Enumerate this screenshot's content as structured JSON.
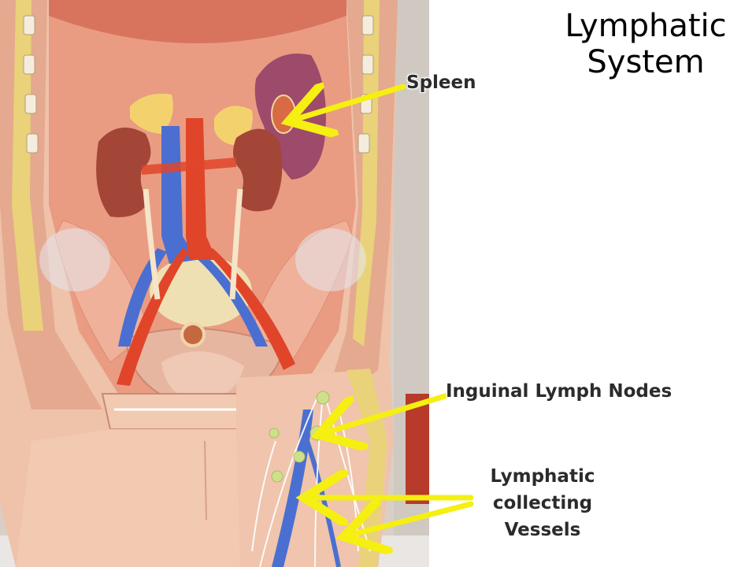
{
  "title": {
    "line1": "Lymphatic",
    "line2": "System"
  },
  "labels": {
    "spleen": "Spleen",
    "inguinal_nodes": "Inguinal Lymph Nodes",
    "collecting_vessels_line1": "Lymphatic collecting",
    "collecting_vessels_line2": "Vessels"
  },
  "colors": {
    "arrow": "#f5ef12",
    "artery": "#e0452a",
    "vein": "#4a6fd1",
    "muscle": "#e8a08a",
    "background": "#ffffff"
  },
  "icons": [
    "arrow-icon"
  ]
}
